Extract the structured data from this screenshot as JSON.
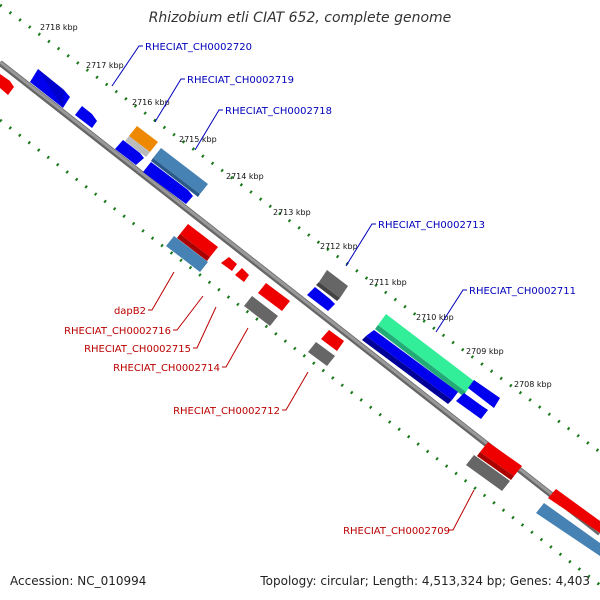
{
  "title": "Rhizobium etli CIAT 652, complete genome",
  "footer": {
    "accession": "Accession: NC_010994",
    "summary": "Topology: circular; Length: 4,513,324 bp; Genes: 4,403"
  },
  "colors": {
    "backbone": "#888888",
    "forward_gene": "#0000ee",
    "forward_label": "#0000bb",
    "reverse_gene": "#ee0000",
    "reverse_label": "#bb0000",
    "pseudo_gene": "#555555",
    "rna_blue": "#4682b4",
    "orange": "#ee8800",
    "green": "#33ee99",
    "tick": "#1a7a1a"
  },
  "ticks": [
    "2718 kbp",
    "2717 kbp",
    "2716 kbp",
    "2715 kbp",
    "2714 kbp",
    "2713 kbp",
    "2712 kbp",
    "2711 kbp",
    "2710 kbp",
    "2709 kbp",
    "2708 kbp"
  ],
  "forward_labels": [
    "RHECIAT_CH0002720",
    "RHECIAT_CH0002719",
    "RHECIAT_CH0002718",
    "RHECIAT_CH0002713",
    "RHECIAT_CH0002711"
  ],
  "reverse_labels": [
    "dapB2",
    "RHECIAT_CH0002716",
    "RHECIAT_CH0002715",
    "RHECIAT_CH0002714",
    "RHECIAT_CH0002712",
    "RHECIAT_CH0002709"
  ]
}
